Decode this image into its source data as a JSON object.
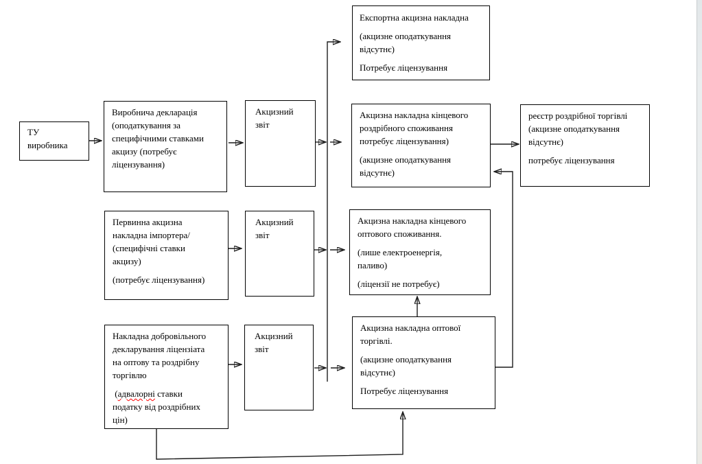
{
  "page": {
    "background": "#ffffff",
    "edge_strip_color": "#eaeeef",
    "line_color": "#1c1c1c",
    "spellcheck_underline_color": "#ff0000"
  },
  "diagram": {
    "boxes": {
      "tu": {
        "paras": [
          "ТУ\nвиробника"
        ]
      },
      "vyrob": {
        "paras": [
          "Виробнича декларація\n(оподаткування за\nспецифічними ставками\nакцизу (потребує\nліцензування)"
        ]
      },
      "zvit1": {
        "paras": [
          "Акцизний\nзвіт"
        ]
      },
      "export": {
        "paras": [
          "Експортна акцизна накладна",
          "(акцизне оподаткування\nвідсутнє)",
          "Потребує ліцензування"
        ]
      },
      "roz": {
        "paras": [
          "Акцизна накладна кінцевого\nроздрібного споживання\nпотребує ліцензування)",
          "(акцизне оподаткування\nвідсутнє)"
        ]
      },
      "reestr": {
        "paras": [
          "реєстр роздрібної торгівлі\n(акцизне оподаткування\nвідсутнє)",
          "потребує ліцензування"
        ]
      },
      "pervynna": {
        "paras": [
          "Первинна акцизна\nнакладна імпортера/\n(специфічні ставки\nакцизу)",
          "(потребує ліцензування)"
        ]
      },
      "zvit2": {
        "paras": [
          "Акцизний\nзвіт"
        ]
      },
      "optspozh": {
        "paras": [
          "Акцизна накладна кінцевого\nоптового споживання.",
          "(лише електроенергія,\nпаливо)",
          "(ліцензії не потребує)"
        ]
      },
      "dobr": {
        "p1": "Накладна добровільного\nдекларування ліцензіата\nна оптову та роздрібну\nторгівлю",
        "p2_before": " (",
        "p2_word": "адвалорні",
        "p2_after": " ставки\nподатку від роздрібних\nцін)"
      },
      "zvit3": {
        "paras": [
          "Акцизний\nзвіт"
        ]
      },
      "opttorh": {
        "paras": [
          "Акцизна накладна оптової\nторгівлі.",
          "(акцизне оподаткування\nвідсутнє)",
          "Потребує ліцензування"
        ]
      }
    }
  }
}
